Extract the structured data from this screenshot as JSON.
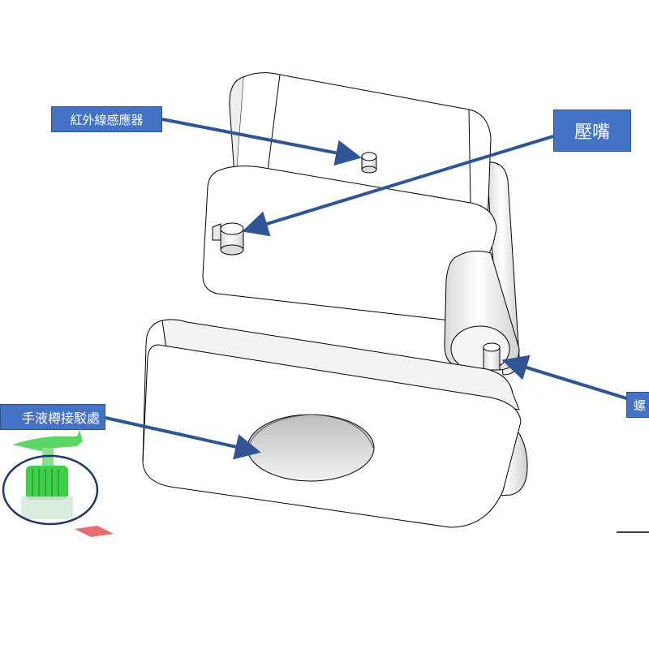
{
  "labels": {
    "ir_sensor": "紅外線感應器",
    "nozzle": "壓嘴",
    "bottle_joint": "手液樽接駁處",
    "screw": "螺"
  },
  "colors": {
    "callout_fill": "#4472c4",
    "callout_text": "#ffffff",
    "arrow": "#2f5597",
    "outline": "#000000",
    "face": "#ffffff",
    "shade": "#e4e4e4",
    "bottle_circle": "#1f3864",
    "pump_green": "#3fcf4a"
  }
}
